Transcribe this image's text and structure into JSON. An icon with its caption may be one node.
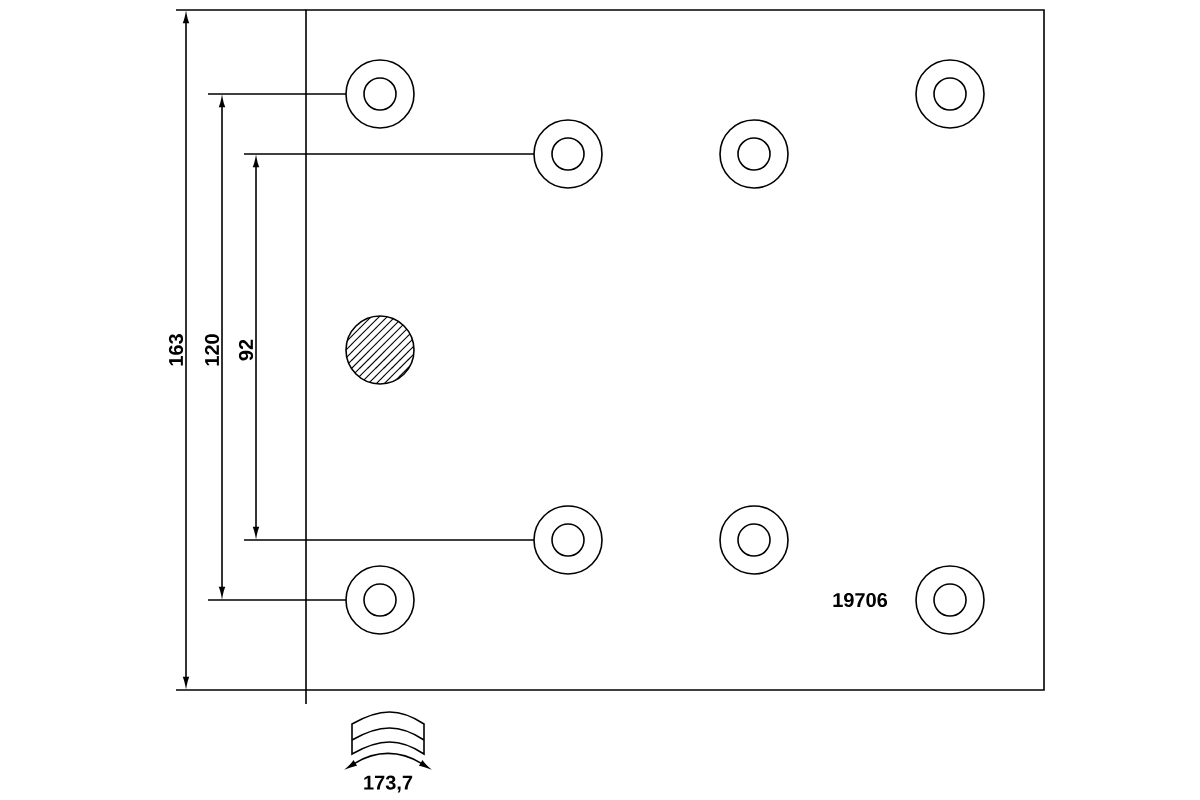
{
  "diagram": {
    "labels": [
      "163",
      "120",
      "92",
      "19706",
      "173,7"
    ]
  }
}
